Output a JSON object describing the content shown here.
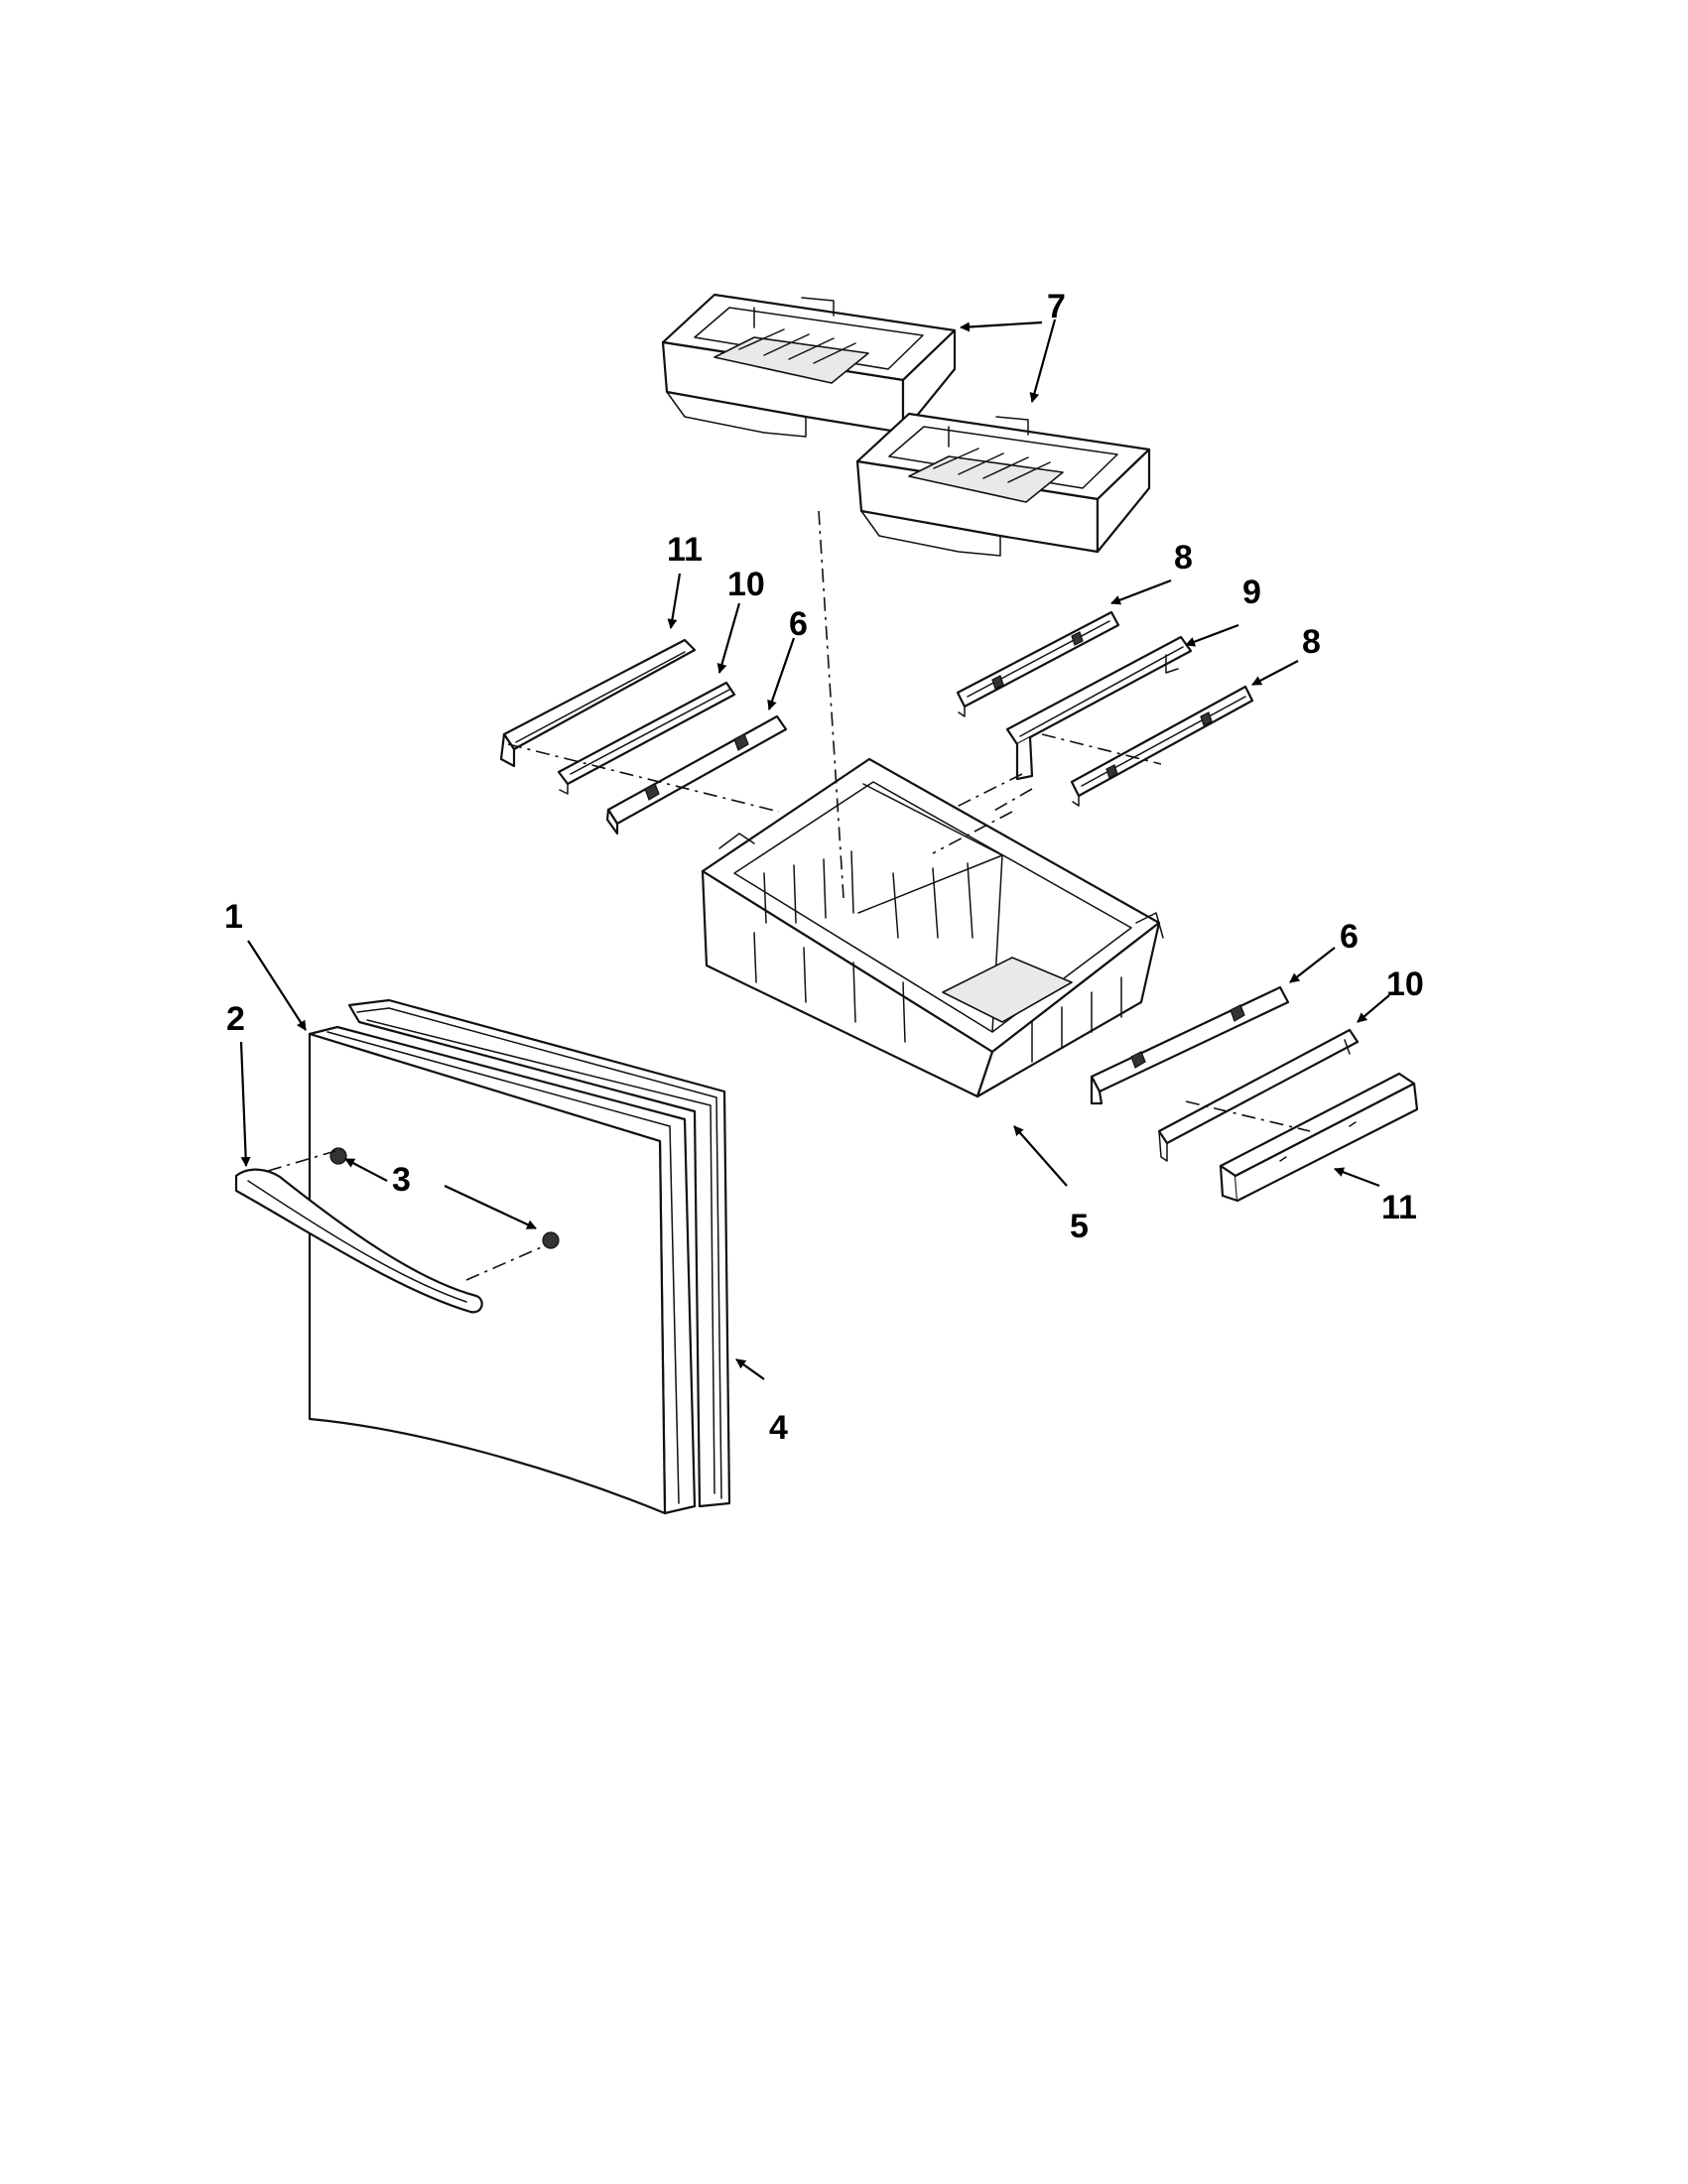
{
  "callouts": [
    {
      "id": "1",
      "label": "1"
    },
    {
      "id": "2",
      "label": "2"
    },
    {
      "id": "3",
      "label": "3"
    },
    {
      "id": "4",
      "label": "4"
    },
    {
      "id": "5",
      "label": "5"
    },
    {
      "id": "6a",
      "label": "6"
    },
    {
      "id": "6b",
      "label": "6"
    },
    {
      "id": "7",
      "label": "7"
    },
    {
      "id": "8a",
      "label": "8"
    },
    {
      "id": "8b",
      "label": "8"
    },
    {
      "id": "9",
      "label": "9"
    },
    {
      "id": "10a",
      "label": "10"
    },
    {
      "id": "10b",
      "label": "10"
    },
    {
      "id": "11a",
      "label": "11"
    },
    {
      "id": "11b",
      "label": "11"
    }
  ],
  "colors": {
    "line": "#111111",
    "background": "#ffffff"
  }
}
